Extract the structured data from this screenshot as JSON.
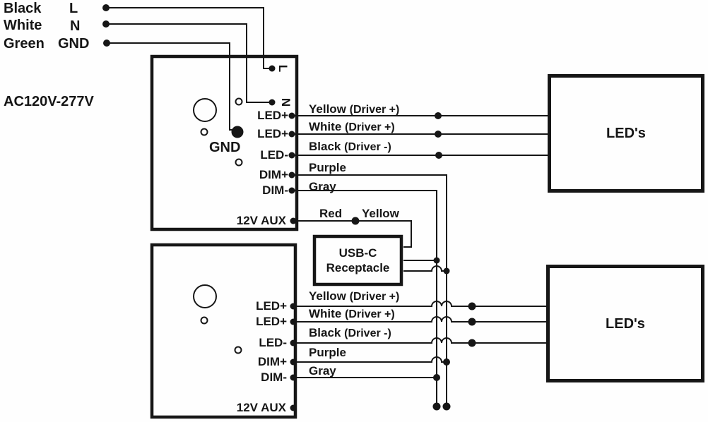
{
  "colors": {
    "ink": "#161616",
    "paper": "#fefefe"
  },
  "legend": {
    "rows": [
      {
        "wire_color": "Black",
        "terminal": "L"
      },
      {
        "wire_color": "White",
        "terminal": "N"
      },
      {
        "wire_color": "Green",
        "terminal": "GND"
      }
    ],
    "voltage": "AC120V-277V"
  },
  "driver_top": {
    "terminal_l": "L",
    "terminal_n": "N",
    "terminal_gnd": "GND",
    "terminal_led_plus_1": "LED+",
    "terminal_led_plus_2": "LED+",
    "terminal_led_minus": "LED-",
    "terminal_dim_plus": "DIM+",
    "terminal_dim_minus": "DIM-",
    "terminal_aux": "12V AUX",
    "wire_yellow": "Yellow",
    "wire_yellow_note": "(Driver +)",
    "wire_white": "White",
    "wire_white_note": "(Driver +)",
    "wire_black": "Black",
    "wire_black_note": "(Driver -)",
    "wire_purple": "Purple",
    "wire_gray": "Gray",
    "wire_red": "Red",
    "wire_aux_yellow": "Yellow"
  },
  "driver_bottom": {
    "terminal_led_plus_1": "LED+",
    "terminal_led_plus_2": "LED+",
    "terminal_led_minus": "LED-",
    "terminal_dim_plus": "DIM+",
    "terminal_dim_minus": "DIM-",
    "terminal_aux": "12V AUX",
    "wire_yellow": "Yellow",
    "wire_yellow_note": "(Driver +)",
    "wire_white": "White",
    "wire_white_note": "(Driver +)",
    "wire_black": "Black",
    "wire_black_note": "(Driver -)",
    "wire_purple": "Purple",
    "wire_gray": "Gray"
  },
  "usb_receptacle": {
    "line1": "USB-C",
    "line2": "Receptacle"
  },
  "led_box_top": {
    "label": "LED's"
  },
  "led_box_bottom": {
    "label": "LED's"
  }
}
